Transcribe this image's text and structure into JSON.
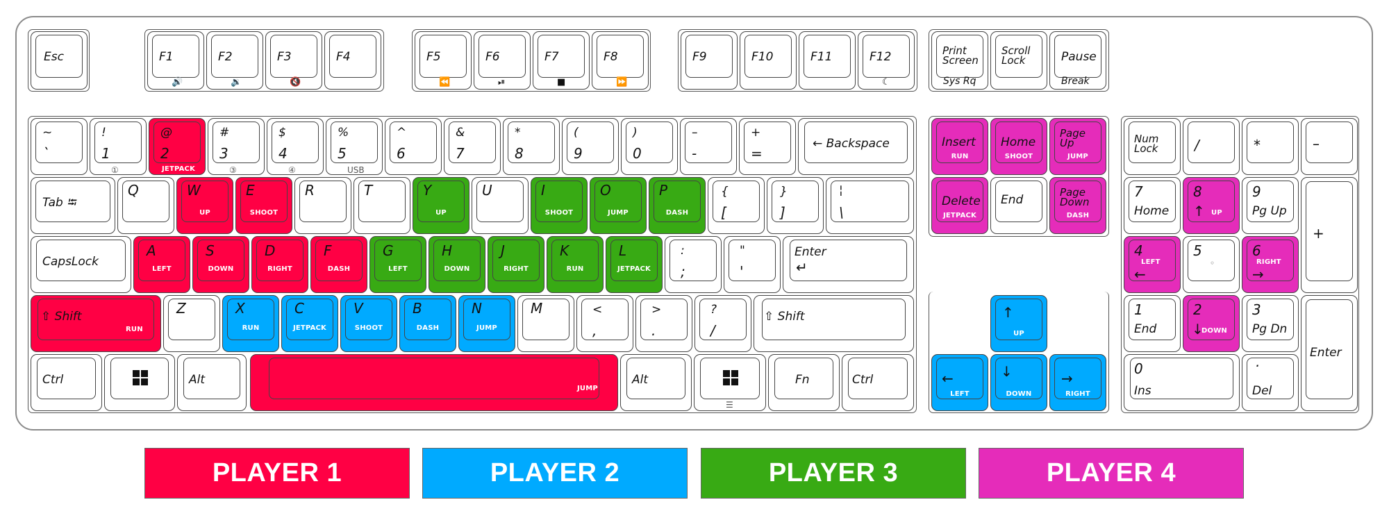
{
  "colors": {
    "player1": "#ff0044",
    "player2": "#00aaff",
    "player3": "#38aa14",
    "player4": "#e52cba"
  },
  "legend": [
    {
      "label": "PLAYER 1",
      "color": "#ff0044"
    },
    {
      "label": "PLAYER 2",
      "color": "#00aaff"
    },
    {
      "label": "PLAYER 3",
      "color": "#38aa14"
    },
    {
      "label": "PLAYER 4",
      "color": "#e52cba"
    }
  ],
  "keys": {
    "esc": "Esc",
    "f1": "F1",
    "f2": "F2",
    "f3": "F3",
    "f4": "F4",
    "f5": "F5",
    "f6": "F6",
    "f7": "F7",
    "f8": "F8",
    "f9": "F9",
    "f10": "F10",
    "f11": "F11",
    "f12": "F12",
    "f1_icon": "volume-up-icon",
    "f2_icon": "volume-down-icon",
    "f3_icon": "mute-icon",
    "f5_icon": "rewind-icon",
    "f6_icon": "play-pause-icon",
    "f7_icon": "stop-icon",
    "f8_icon": "fast-forward-icon",
    "f12_icon": "sleep-icon",
    "print_screen": "Print Screen",
    "sys_rq": "Sys Rq",
    "scroll_lock": "Scroll Lock",
    "pause": "Pause",
    "break": "Break",
    "tilde_top": "~",
    "tilde_bottom": "`",
    "k1_top": "!",
    "k1_bottom": "1",
    "k1_sub": "①",
    "k2_top": "@",
    "k2_bottom": "2",
    "k2_action": "JETPACK",
    "k3_top": "#",
    "k3_bottom": "3",
    "k3_sub": "③",
    "k4_top": "$",
    "k4_bottom": "4",
    "k4_sub": "④",
    "k5_top": "%",
    "k5_bottom": "5",
    "k5_sub": "USB",
    "k6_top": "^",
    "k6_bottom": "6",
    "k7_top": "&",
    "k7_bottom": "7",
    "k8_top": "*",
    "k8_bottom": "8",
    "k9_top": "(",
    "k9_bottom": "9",
    "k0_top": ")",
    "k0_bottom": "0",
    "minus_top": "–",
    "minus_bottom": "-",
    "equal_top": "+",
    "equal_bottom": "=",
    "backspace": "← Backspace",
    "tab": "Tab ⭾",
    "q": "Q",
    "w": "W",
    "w_action": "UP",
    "e": "E",
    "e_action": "SHOOT",
    "r": "R",
    "t": "T",
    "y": "Y",
    "y_action": "UP",
    "u": "U",
    "i": "I",
    "i_action": "SHOOT",
    "o": "O",
    "o_action": "JUMP",
    "p": "P",
    "p_action": "DASH",
    "lbracket_top": "{",
    "lbracket_bottom": "[",
    "rbracket_top": "}",
    "rbracket_bottom": "]",
    "backslash_top": "¦",
    "backslash_bottom": "\\",
    "capslock": "CapsLock",
    "a": "A",
    "a_action": "LEFT",
    "s": "S",
    "s_action": "DOWN",
    "d": "D",
    "d_action": "RIGHT",
    "f": "F",
    "f_action": "DASH",
    "g": "G",
    "g_action": "LEFT",
    "h": "H",
    "h_action": "DOWN",
    "j": "J",
    "j_action": "RIGHT",
    "k": "K",
    "k_action": "RUN",
    "l": "L",
    "l_action": "JETPACK",
    "semicolon_top": ":",
    "semicolon_bottom": ";",
    "quote_top": "\"",
    "quote_bottom": "'",
    "enter": "Enter",
    "enter_arrow": "↵",
    "lshift": "⇧ Shift",
    "lshift_action": "RUN",
    "z": "Z",
    "x": "X",
    "x_action": "RUN",
    "c": "C",
    "c_action": "JETPACK",
    "v": "V",
    "v_action": "SHOOT",
    "b": "B",
    "b_action": "DASH",
    "n": "N",
    "n_action": "JUMP",
    "m": "M",
    "comma_top": "<",
    "comma_bottom": ",",
    "period_top": ">",
    "period_bottom": ".",
    "slash_top": "?",
    "slash_bottom": "/",
    "rshift": "⇧ Shift",
    "lctrl": "Ctrl",
    "lalt": "Alt",
    "space_action": "JUMP",
    "ralt": "Alt",
    "fn": "Fn",
    "rctrl": "Ctrl",
    "menu_icon": "menu-icon",
    "insert": "Insert",
    "insert_action": "RUN",
    "home": "Home",
    "home_action": "SHOOT",
    "pageup": "Page Up",
    "pageup_action": "JUMP",
    "delete": "Delete",
    "delete_action": "JETPACK",
    "end": "End",
    "pagedown": "Page Down",
    "pagedown_action": "DASH",
    "arrow_up": "↑",
    "arrow_up_action": "UP",
    "arrow_left": "←",
    "arrow_left_action": "LEFT",
    "arrow_down": "↓",
    "arrow_down_action": "DOWN",
    "arrow_right": "→",
    "arrow_right_action": "RIGHT",
    "numlock": "Num Lock",
    "np_slash": "/",
    "np_star": "*",
    "np_minus": "–",
    "np7": "7",
    "np7_sub": "Home",
    "np8": "8",
    "np8_arrow": "↑",
    "np8_action": "UP",
    "np9": "9",
    "np9_sub": "Pg Up",
    "np_plus": "+",
    "np4": "4",
    "np4_action": "LEFT",
    "np4_arrow": "←",
    "np5": "5",
    "np5_dot": "◦",
    "np6": "6",
    "np6_action": "RIGHT",
    "np6_arrow": "→",
    "np1": "1",
    "np1_sub": "End",
    "np2": "2",
    "np2_arrow": "↓",
    "np2_action": "DOWN",
    "np3": "3",
    "np3_sub": "Pg Dn",
    "np_enter": "Enter",
    "np0": "0",
    "np0_sub": "Ins",
    "np_dot": "·",
    "np_dot_sub": "Del"
  }
}
